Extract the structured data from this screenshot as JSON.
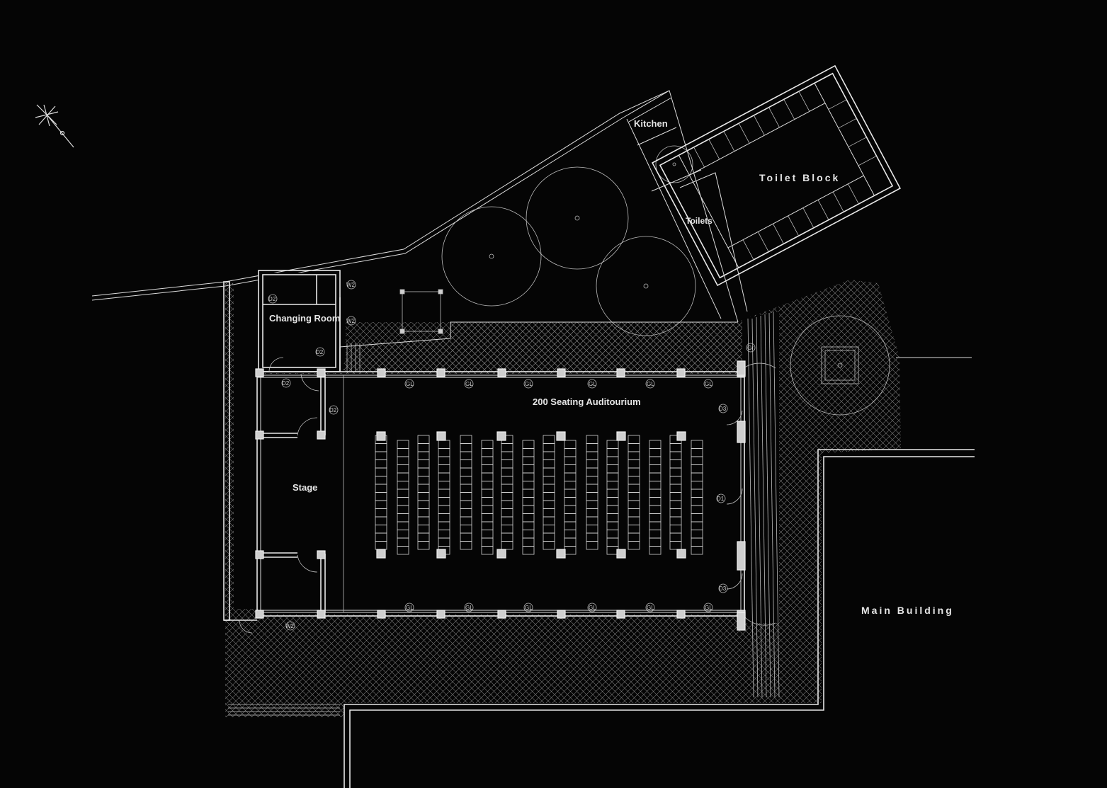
{
  "labels": {
    "changing_room": "Changing Room",
    "stage": "Stage",
    "auditorium": "200 Seating Auditourium",
    "kitchen": "Kitchen",
    "toilets": "Toilets",
    "toilet_block": "Toilet Block",
    "main_building": "Main Building"
  },
  "tags": {
    "d1": "D1",
    "d2": "D2",
    "d3": "D3",
    "w2": "W2",
    "gl": "GL",
    "gr": "Gr"
  },
  "icons": {
    "north": "north-arrow-icon"
  },
  "colors": {
    "background": "#050505",
    "lines": "#e8e8e8",
    "hatch": "#8a8a8a"
  }
}
